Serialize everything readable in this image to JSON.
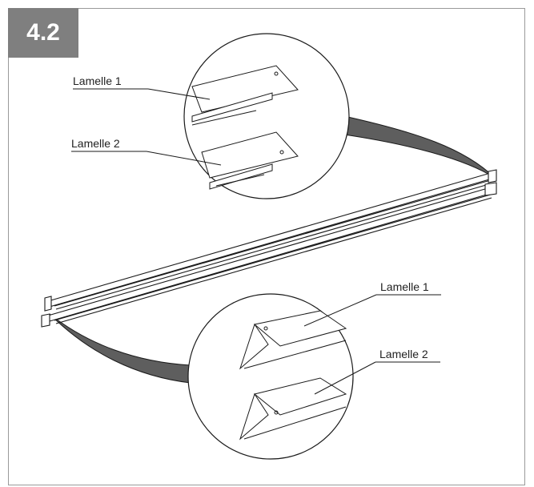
{
  "step": {
    "number": "4.2"
  },
  "top_detail": {
    "label_1": "Lamelle 1",
    "label_2": "Lamelle 2"
  },
  "bottom_detail": {
    "label_1": "Lamelle 1",
    "label_2": "Lamelle 2"
  },
  "colors": {
    "badge": "#7f7f7f",
    "leader_band": "#5e5e5e",
    "line": "#1a1a1a"
  }
}
